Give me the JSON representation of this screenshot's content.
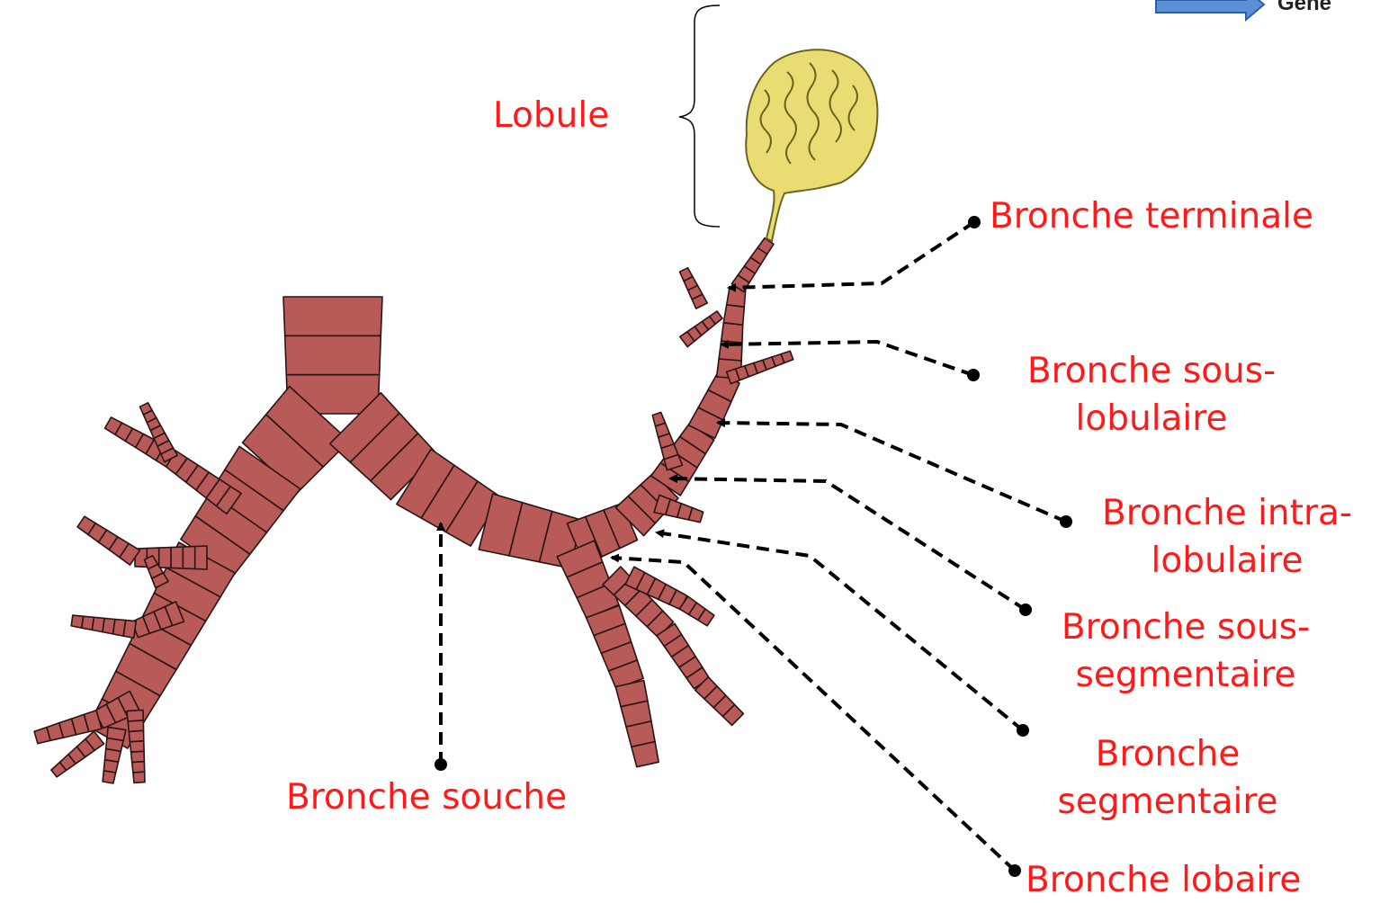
{
  "nav": {
    "label": "Gene"
  },
  "colors": {
    "label": "#ff1a1a",
    "bronchus_fill": "#b85a58",
    "bronchus_stroke": "#2a1414",
    "lobule_fill": "#e8dc72",
    "lobule_stroke": "#6b6420",
    "arrow": "#000000",
    "nav_arrow": "#5b8fd6"
  },
  "labels": {
    "lobule": "Lobule",
    "terminale": "Bronche terminale",
    "sous_lobulaire": [
      "Bronche sous-",
      "lobulaire"
    ],
    "intra_lobulaire": [
      "Bronche intra-",
      "lobulaire"
    ],
    "sous_segmentaire": [
      "Bronche sous-",
      "segmentaire"
    ],
    "segmentaire": [
      "Bronche",
      "segmentaire"
    ],
    "lobaire": "Bronche lobaire",
    "souche": "Bronche souche"
  }
}
